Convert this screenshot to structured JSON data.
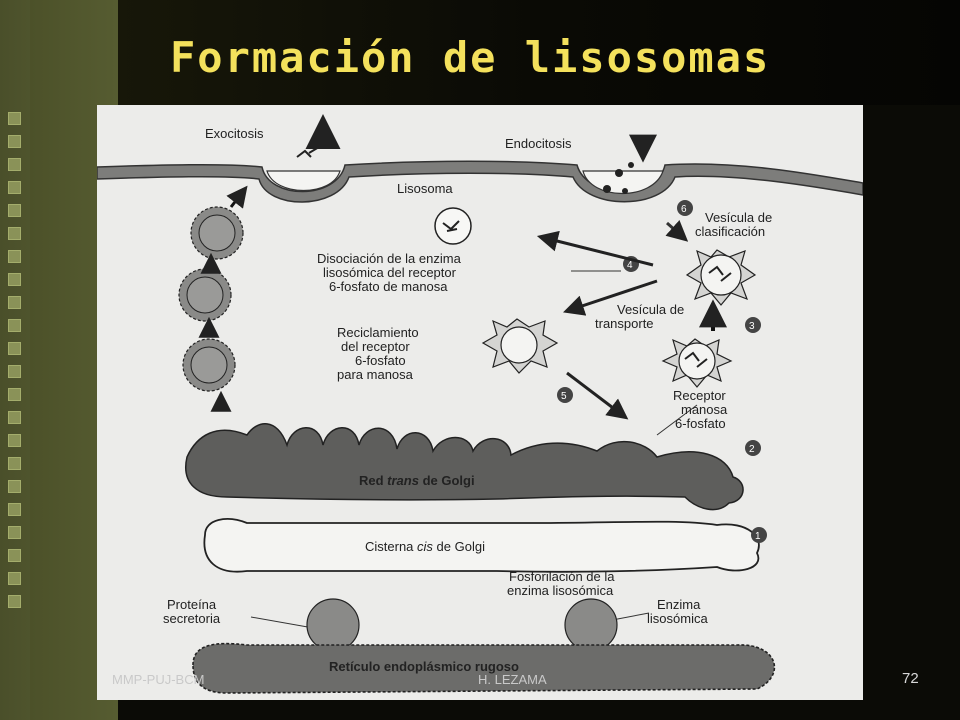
{
  "slide": {
    "title": "Formación de lisosomas",
    "footer_left": "MMP-PUJ-BCM",
    "footer_center": "H. LEZAMA",
    "page_number": "72"
  },
  "diagram": {
    "labels": {
      "exocitosis": "Exocitosis",
      "endocitosis": "Endocitosis",
      "lisosoma": "Lisosoma",
      "vesicula_clasificacion_1": "Vesícula de",
      "vesicula_clasificacion_2": "clasificación",
      "disociacion_1": "Disociación de la enzima",
      "disociacion_2": "lisosómica del receptor",
      "disociacion_3": "6-fosfato de manosa",
      "vesicula_transporte_1": "Vesícula de",
      "vesicula_transporte_2": "transporte",
      "reciclamiento_1": "Reciclamiento",
      "reciclamiento_2": "del receptor",
      "reciclamiento_3": "6-fosfato",
      "reciclamiento_4": "para manosa",
      "receptor_1": "Receptor",
      "receptor_2": "manosa",
      "receptor_3": "6-fosfato",
      "red_trans_1": "Red ",
      "red_trans_2": "trans",
      "red_trans_3": " de Golgi",
      "cisterna_1": "Cisterna ",
      "cisterna_2": "cis",
      "cisterna_3": " de Golgi",
      "fosforilacion_1": "Fosforilación de la",
      "fosforilacion_2": "enzima lisosómica",
      "proteina_1": "Proteína",
      "proteina_2": "secretoria",
      "enzima_1": "Enzima",
      "enzima_2": "lisosómica",
      "reticulo": "Retículo endoplásmico rugoso"
    },
    "steps": [
      "1",
      "2",
      "3",
      "4",
      "5",
      "6"
    ]
  }
}
